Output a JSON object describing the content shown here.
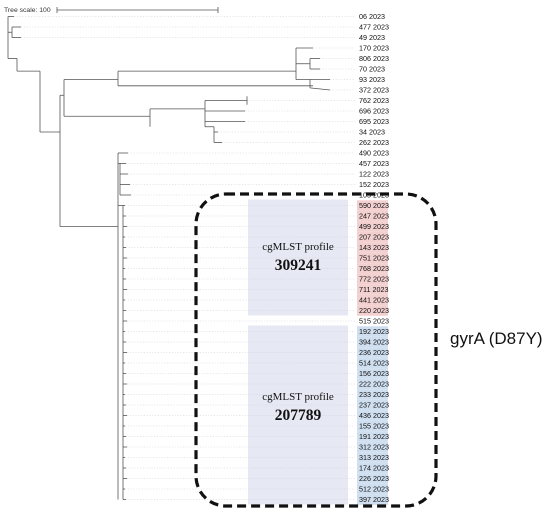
{
  "scale": {
    "label": "Tree scale: 100"
  },
  "leaves": [
    "06 2023",
    "477 2023",
    "49 2023",
    "170 2023",
    "806 2023",
    "70 2023",
    "93 2023",
    "372 2023",
    "762 2023",
    "696 2023",
    "695 2023",
    "34 2023",
    "262 2023",
    "490 2023",
    "457 2023",
    "122 2023",
    "152 2023",
    "105 2023",
    "590 2023",
    "247 2023",
    "499 2023",
    "207 2023",
    "143 2023",
    "751 2023",
    "768 2023",
    "772 2023",
    "711 2023",
    "441 2023",
    "220 2023",
    "515 2023",
    "192 2023",
    "394 2023",
    "236 2023",
    "514 2023",
    "156 2023",
    "222 2023",
    "233 2023",
    "237 2023",
    "436 2023",
    "155 2023",
    "191 2023",
    "312 2023",
    "313 2023",
    "174 2023",
    "226 2023",
    "512 2023",
    "397 2023"
  ],
  "profiles": [
    {
      "caption": "cgMLST profile",
      "number": "309241",
      "first_leaf": 18,
      "last_leaf": 28,
      "leaf_color": "#f3d0d0",
      "panel_color": "#e6e8f3"
    },
    {
      "caption": "cgMLST profile",
      "number": "207789",
      "first_leaf": 30,
      "last_leaf": 46,
      "leaf_color": "#cfdff0",
      "panel_color": "#e6e8f3"
    }
  ],
  "annotation": {
    "text": "gyrA (D87Y)"
  }
}
